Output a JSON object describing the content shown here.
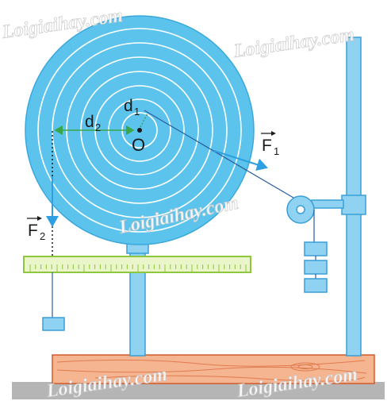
{
  "labels": {
    "center": "O",
    "d1": "d",
    "d1_sub": "1",
    "d2": "d",
    "d2_sub": "2",
    "f1": "F",
    "f1_sub": "1",
    "f2": "F",
    "f2_sub": "2"
  },
  "watermarks": [
    "Loigiaihay.com",
    "Loigiaihay.com",
    "Loigiaihay.com",
    "Loigiaihay.com",
    "Loigiaihay.com"
  ],
  "colors": {
    "disc": "#5cc4ec",
    "ring": "#ffffff",
    "ruler_fill": "#eaf5c9",
    "ruler_border": "#8ec63f",
    "metal": "#8fd2f2",
    "wood": "#f6b591",
    "floor": "#b5b5b5",
    "arrow": "#2e9fe0",
    "distance": "#3aa64a"
  }
}
